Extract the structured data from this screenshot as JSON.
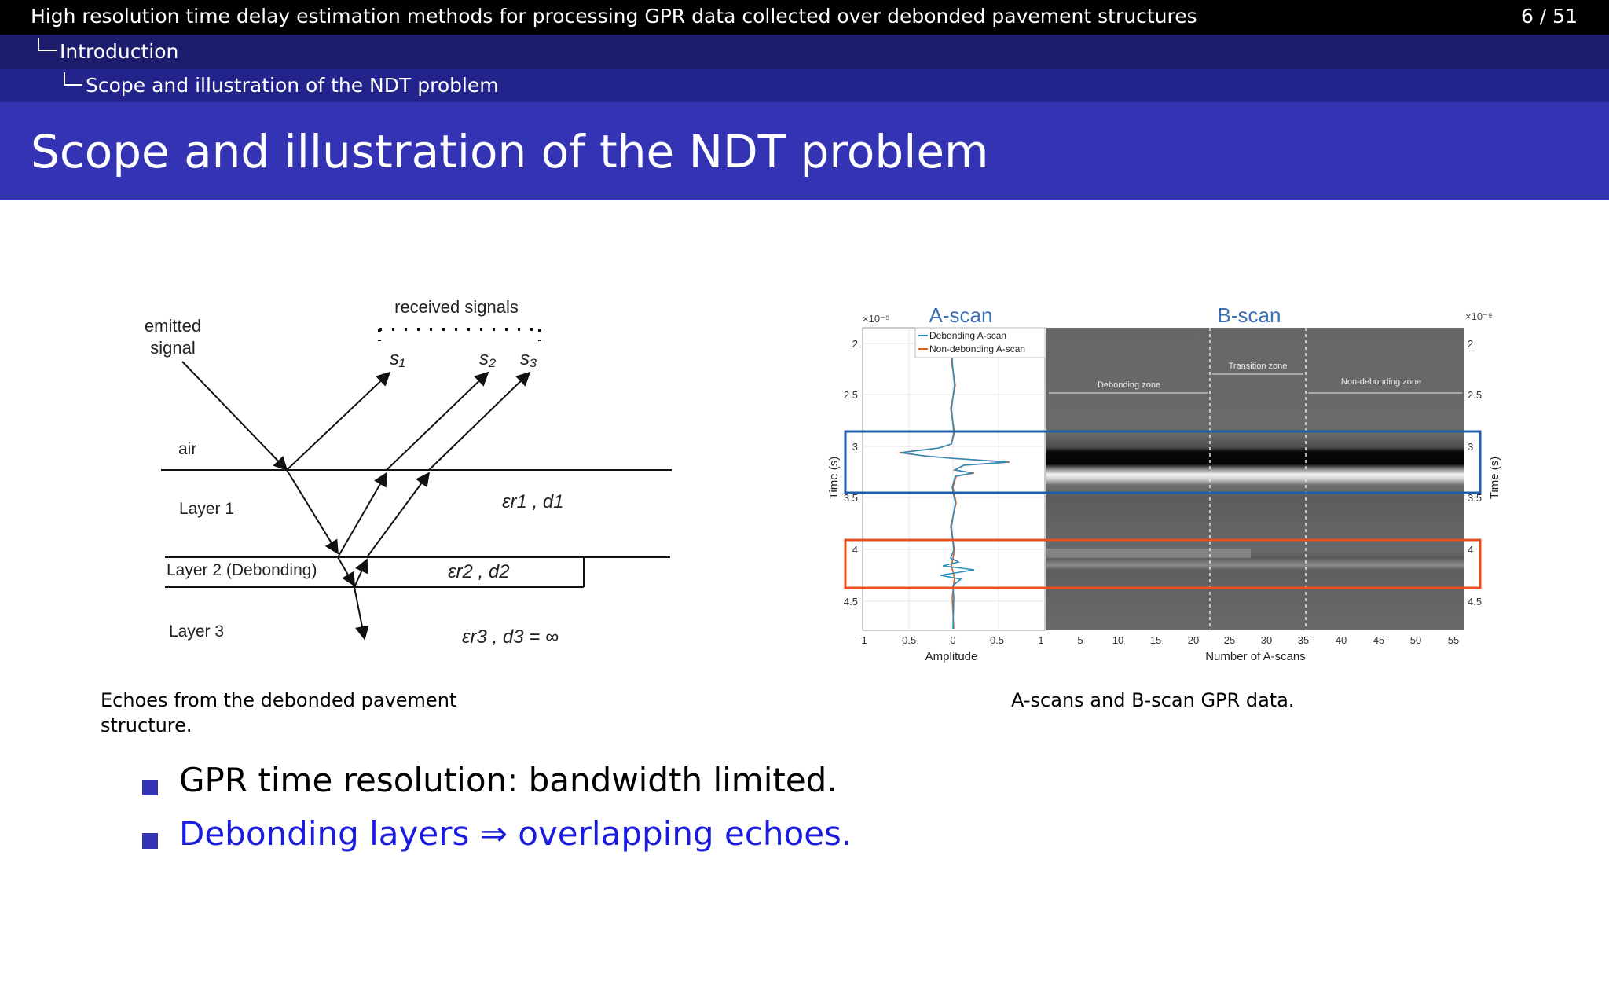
{
  "headline": {
    "title": "High resolution time delay estimation methods for processing GPR data collected over debonded pavement structures",
    "page": "6 / 51",
    "section": "Introduction",
    "subsection": "Scope and illustration of the NDT problem"
  },
  "frame_title": "Scope and illustration of the NDT problem",
  "figure_left": {
    "emitted": [
      "emitted",
      "signal"
    ],
    "received": "received signals",
    "signals": [
      "s₁",
      "s₂",
      "s₃"
    ],
    "layers": [
      "air",
      "Layer 1",
      "Layer 2 (Debonding)",
      "Layer 3"
    ],
    "params": [
      "εr1 , d1",
      "εr2 , d2",
      "εr3 , d3 = ∞"
    ],
    "caption": "Echoes from the debonded pavement structure."
  },
  "figure_right": {
    "ascan_title": "A-scan",
    "bscan_title": "B-scan",
    "scale_note": "×10⁻⁹",
    "legend": [
      "Debonding A-scan",
      "Non-debonding A-scan"
    ],
    "zones": [
      "Debonding zone",
      "Transition zone",
      "Non-debonding zone"
    ],
    "ylabel": "Time (s)",
    "xlabel_a": "Amplitude",
    "xlabel_b": "Number of A-scans",
    "yticks": [
      "2",
      "2.5",
      "3",
      "3.5",
      "4",
      "4.5"
    ],
    "xticks_a": [
      "-1",
      "-0.5",
      "0",
      "0.5",
      "1"
    ],
    "xticks_b": [
      "5",
      "10",
      "15",
      "20",
      "25",
      "30",
      "35",
      "40",
      "45",
      "50",
      "55"
    ],
    "caption": "A-scans and B-scan GPR data.",
    "colors": {
      "debonding": "#2b8cbe",
      "non_debonding": "#d9602b",
      "box_top": "#1f5fa8",
      "box_bottom": "#e8501e"
    }
  },
  "bullets": [
    {
      "text": "GPR time resolution: bandwidth limited.",
      "color": "#000000"
    },
    {
      "text": "Debonding layers ⇒ overlapping echoes.",
      "color": "#1a1ae0"
    }
  ]
}
